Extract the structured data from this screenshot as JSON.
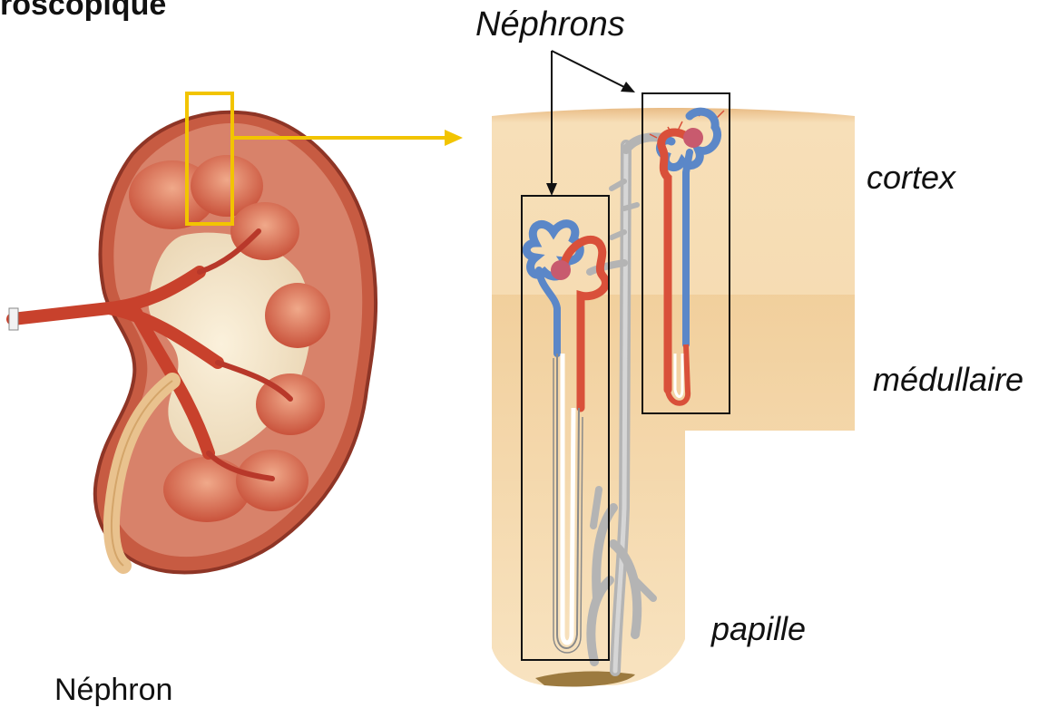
{
  "title_fragment": "roscopique",
  "bottom_fragment": "Néphron",
  "labels": {
    "nephrons": "Néphrons",
    "cortex": "cortex",
    "medullaire": "médullaire",
    "papille": "papille"
  },
  "colors": {
    "zoom_box": "#f2c400",
    "cortex_tissue": "#f6dcb4",
    "medulla_tissue": "#f4d5a5",
    "artery_red": "#d9503a",
    "vein_blue": "#5b87c8",
    "collecting_duct": "#b9b9b9",
    "glomerulus": "#c85a6e",
    "kidney_capsule": "#9a3c2c"
  },
  "icons": {
    "kidney": "kidney-illustration",
    "arrow": "arrow-right-icon"
  }
}
